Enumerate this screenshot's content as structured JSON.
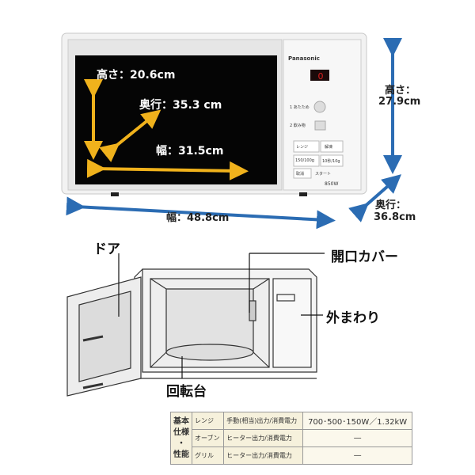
{
  "top_view": {
    "brand": "Panasonic",
    "display_value": "0",
    "panel_buttons": [
      "1 あたため",
      "2 飲み物",
      "レンジ",
      "解凍",
      "150/100g",
      "10秒/10g",
      "取消",
      "スタート"
    ],
    "power_badge": "850W",
    "inner": {
      "height": "高さ：20.6cm",
      "depth": "奥行：35.3 cm",
      "width": "幅：31.5cm"
    },
    "outer": {
      "height_label": "高さ：",
      "height_value": "27.9cm",
      "depth_label": "奥行：",
      "depth_value": "36.8cm",
      "width": "幅：48.8cm"
    }
  },
  "bottom_view": {
    "door": "ドア",
    "opening_cover": "開口カバー",
    "exterior": "外まわり",
    "turntable": "回転台"
  },
  "spec_table": {
    "group_label": [
      "基本",
      "仕様",
      "・",
      "性能"
    ],
    "rows": [
      {
        "mode": "レンジ",
        "item": "手動(相当)出力/消費電力",
        "value": "700･500･150W／1.32kW"
      },
      {
        "mode": "オーブン",
        "item": "ヒーター出力/消費電力",
        "value": "—"
      },
      {
        "mode": "グリル",
        "item": "ヒーター出力/消費電力",
        "value": "—"
      }
    ]
  },
  "colors": {
    "inner_arrow": "#f0b21c",
    "outer_arrow": "#2b6cb3"
  }
}
